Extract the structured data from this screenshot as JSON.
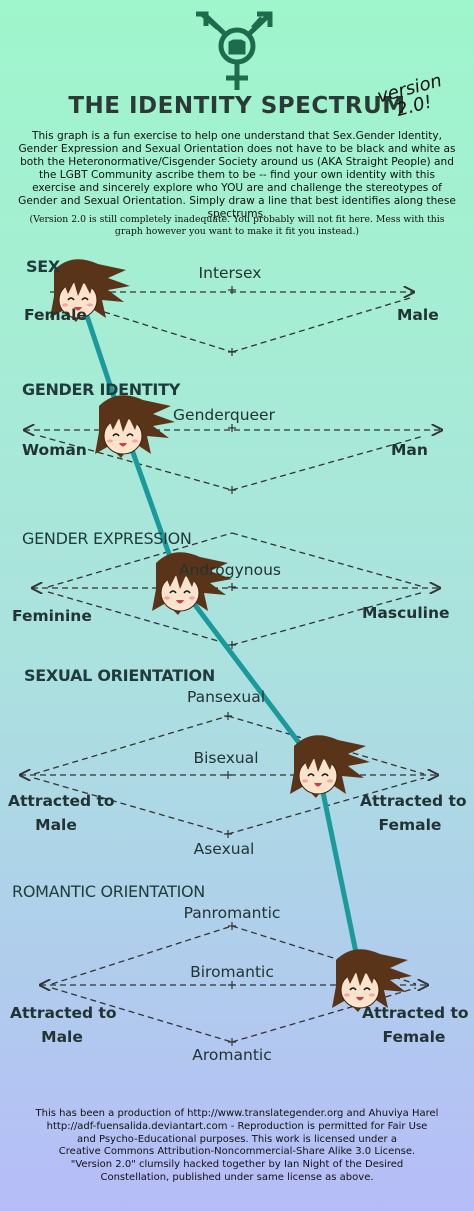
{
  "title": "THE IDENTITY SPECTRUM",
  "version": "version 2.0!",
  "intro": "This graph is a fun exercise to help one understand that Sex.Gender Identity, Gender Expression and Sexual Orientation does not have to be black and white as both the Heteronormative/Cisgender Society around us (AKA Straight People) and the LGBT Community ascribe them to be -- find your own identity with this exercise and sincerely explore who YOU are and challenge the stereotypes of Gender and Sexual Orientation. Simply draw a line that best identifies along these spectrums.",
  "note": "(Version 2.0 is still completely inadequate. You probably will not fit here. Mess with this graph however you want to make it fit you instead.)",
  "sex": {
    "heading": "SEX",
    "middle": "Intersex",
    "left": "Female",
    "right": "Male"
  },
  "gender_identity": {
    "heading": "GENDER IDENTITY",
    "middle": "Genderqueer",
    "left": "Woman",
    "right": "Man"
  },
  "gender_expression": {
    "heading": "GENDER EXPRESSION",
    "middle": "Androgynous",
    "left": "Feminine",
    "right": "Masculine"
  },
  "sexual_orientation": {
    "heading": "SEXUAL ORIENTATION",
    "top": "Pansexual",
    "middle": "Bisexual",
    "bottom": "Asexual",
    "left_line1": "Attracted to",
    "left_line2": "Male",
    "right_line1": "Attracted to",
    "right_line2": "Female"
  },
  "romantic_orientation": {
    "heading": "ROMANTIC ORIENTATION",
    "top": "Panromantic",
    "middle": "Biromantic",
    "bottom": "Aromantic",
    "left_line1": "Attracted to",
    "left_line2": "Male",
    "right_line1": "Attracted to",
    "right_line2": "Female"
  },
  "footer": {
    "line1": "This has been a production of http://www.translategender.org and Ahuviya Harel",
    "line2": "http://adf-fuensalida.deviantart.com - Reproduction is permitted for Fair Use",
    "line3": "and Psycho-Educational purposes. This work is licensed under a",
    "line4": "Creative Commons Attribution-Noncommercial-Share Alike 3.0 License.",
    "line5": "\"Version 2.0\" clumsily hacked together by Ian Night of the Desired",
    "line6": "Constellation, published under same license as above."
  },
  "colors": {
    "symbol": "#1e6b4e",
    "connector": "#1a9a9a",
    "hair": "#5a3419",
    "text": "#233333"
  }
}
